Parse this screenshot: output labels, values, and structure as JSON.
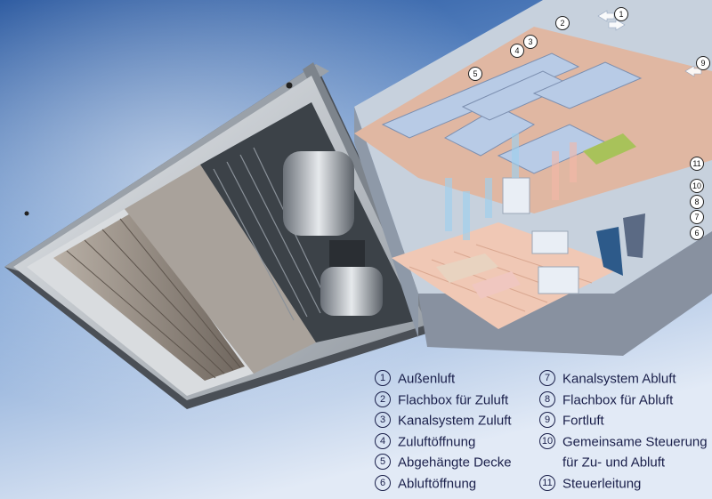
{
  "legend": [
    {
      "num": "1",
      "label": "Außenluft"
    },
    {
      "num": "2",
      "label": "Flachbox für Zuluft"
    },
    {
      "num": "3",
      "label": "Kanalsystem Zuluft"
    },
    {
      "num": "4",
      "label": "Zuluftöffnung"
    },
    {
      "num": "5",
      "label": "Abgehängte Decke"
    },
    {
      "num": "6",
      "label": "Abluftöffnung"
    },
    {
      "num": "7",
      "label": "Kanalsystem Abluft"
    },
    {
      "num": "8",
      "label": "Flachbox für Abluft"
    },
    {
      "num": "9",
      "label": "Fortluft"
    },
    {
      "num": "10",
      "label": "Gemeinsame Steuerung",
      "label_cont": "für Zu- und Abluft"
    },
    {
      "num": "11",
      "label": "Steuerleitung"
    }
  ],
  "colors": {
    "legend_text": "#1a1f4a",
    "background_top": "#1e4f9a",
    "background_bottom": "#dfe8f5",
    "floor": "#e7b9a3",
    "duct": "#b9cbe6",
    "unit_metal": "#c8ccd2"
  },
  "icons": [
    "ventilation-unit-illustration",
    "building-cutaway-illustration",
    "airflow-arrow-icon"
  ]
}
